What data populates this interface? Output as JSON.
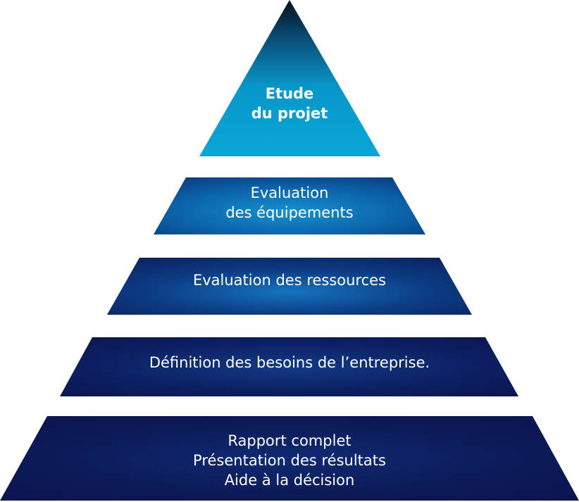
{
  "pyramid": {
    "colors": {
      "top_light": "#0aa6d8",
      "mid_blue": "#0a5fa3",
      "deep_navy": "#0c1753"
    },
    "tiers": [
      {
        "id": "etude",
        "lines": [
          "Etude",
          "du projet"
        ],
        "bold": true
      },
      {
        "id": "equipements",
        "lines": [
          "Evaluation",
          "des équipements"
        ],
        "bold": false
      },
      {
        "id": "ressources",
        "lines": [
          "Evaluation des ressources"
        ],
        "bold": false
      },
      {
        "id": "besoins",
        "lines": [
          "Définition des besoins de l’entreprise."
        ],
        "bold": false
      },
      {
        "id": "rapport",
        "lines": [
          "Rapport complet",
          "Présentation des résultats",
          "Aide à la décision"
        ],
        "bold": false
      }
    ]
  }
}
